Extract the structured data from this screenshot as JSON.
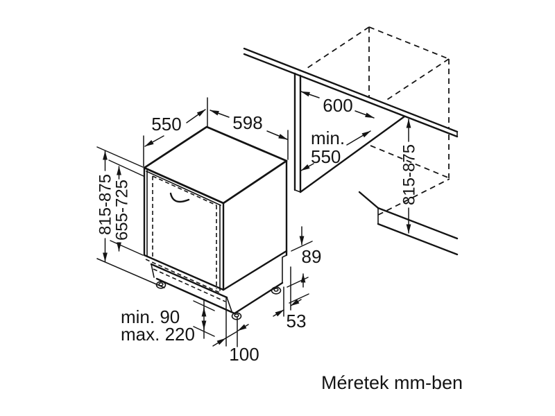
{
  "caption": "Méretek mm-ben",
  "dims": {
    "machine_depth": "550",
    "machine_width": "598",
    "niche_width": "600",
    "niche_depth_min_word": "min.",
    "niche_depth_min_value": "550",
    "machine_height": "815-875",
    "furniture_door_height": "655-725",
    "niche_height": "815-875",
    "rear_base_height": "89",
    "rear_base_depth": "53",
    "plinth_height_min": "min. 90",
    "plinth_height_max": "max. 220",
    "base_recess_depth": "100"
  },
  "colors": {
    "line": "#141414",
    "background": "#ffffff"
  }
}
